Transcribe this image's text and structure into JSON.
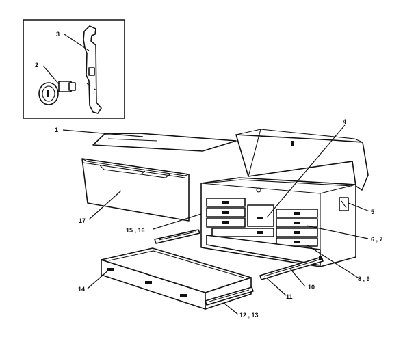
{
  "callouts": [
    {
      "id": "1",
      "text": "1"
    },
    {
      "id": "2",
      "text": "2"
    },
    {
      "id": "3",
      "text": "3"
    },
    {
      "id": "4",
      "text": "4"
    },
    {
      "id": "5",
      "text": "5"
    },
    {
      "id": "6_7",
      "text": "6 , 7"
    },
    {
      "id": "8_9",
      "text": "8 , 9"
    },
    {
      "id": "10",
      "text": "10"
    },
    {
      "id": "11",
      "text": "11"
    },
    {
      "id": "12_13",
      "text": "12 , 13"
    },
    {
      "id": "14",
      "text": "14"
    },
    {
      "id": "15_16",
      "text": "15 , 16"
    },
    {
      "id": "17",
      "text": "17"
    }
  ]
}
